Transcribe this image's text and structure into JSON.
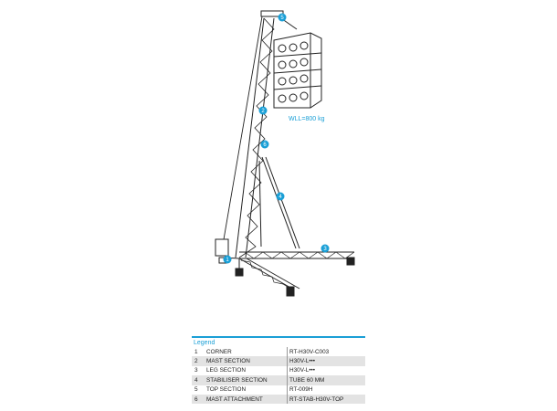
{
  "diagram": {
    "load_label": "WLL=800 kg",
    "callouts": [
      "5",
      "2",
      "6",
      "4",
      "3",
      "1"
    ],
    "accent_color": "#1a9fd6"
  },
  "legend": {
    "title": "Legend",
    "rows": [
      {
        "num": "1",
        "name": "CORNER",
        "part": "RT-H30V-C003"
      },
      {
        "num": "2",
        "name": "MAST SECTION",
        "part": "H30V-L•••"
      },
      {
        "num": "3",
        "name": "LEG SECTION",
        "part": "H30V-L•••"
      },
      {
        "num": "4",
        "name": "STABILISER SECTION",
        "part": "TUBE 60 MM"
      },
      {
        "num": "5",
        "name": "TOP SECTION",
        "part": "RT-009H"
      },
      {
        "num": "6",
        "name": "MAST ATTACHMENT",
        "part": "RT-STAB-H30V-TOP"
      }
    ]
  }
}
